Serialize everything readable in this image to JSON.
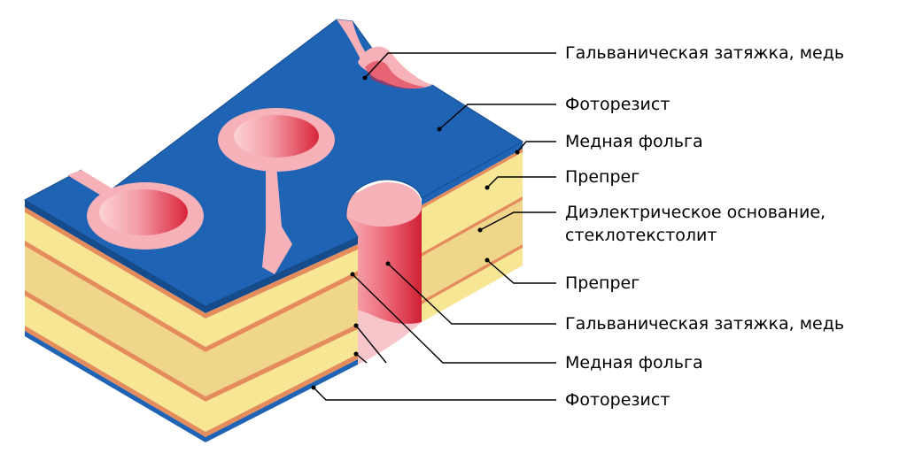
{
  "colors": {
    "photoresist": "#1f63b4",
    "photoresist_dark": "#164c8c",
    "copper": "#e48c5c",
    "copper_dark": "#c8693a",
    "prepreg": "#f7e693",
    "prepreg_side": "#eed382",
    "substrate": "#f0d68a",
    "plating": "#f7b1b8",
    "plating_dark": "#d9253a",
    "leader": "#000000"
  },
  "labels": {
    "l1": "Гальваническая затяжка, медь",
    "l2": "Фоторезист",
    "l3": "Медная фольга",
    "l4": "Препрег",
    "l5a": "Диэлектрическое основание,",
    "l5b": "стеклотекстолит",
    "l6": "Препрег",
    "l7": "Гальваническая затяжка, медь",
    "l8": "Медная фольга",
    "l9": "Фоторезист"
  }
}
